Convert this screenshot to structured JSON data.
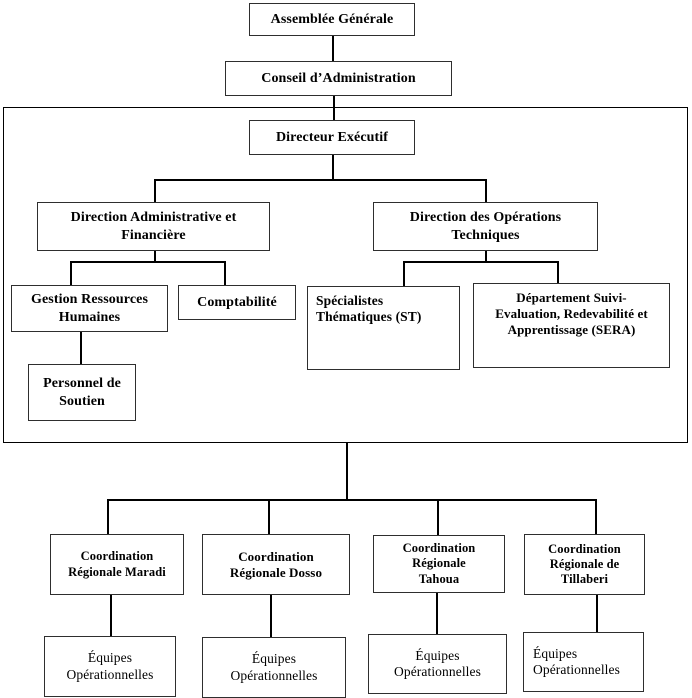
{
  "chart": {
    "assemblee": "Assemblée Générale",
    "conseil": "Conseil d’Administration",
    "directeur": "Directeur Exécutif",
    "daf": "Direction Administrative et\nFinancière",
    "dot": "Direction des Opérations\nTechniques",
    "grh": "Gestion Ressources\nHumaines",
    "comptabilite": "Comptabilité",
    "personnel": "Personnel de\nSoutien",
    "specialistes": "Spécialistes\nThématiques (ST)",
    "sera": "Département Suivi-\nEvaluation, Redevabilité et\nApprentissage (SERA)",
    "regions": [
      {
        "coordination": "Coordination\nRégionale Maradi",
        "equipe": "Équipes\nOpérationnelles"
      },
      {
        "coordination": "Coordination\nRégionale Dosso",
        "equipe": "Équipes\nOpérationnelles"
      },
      {
        "coordination": "Coordination\nRégionale\nTahoua",
        "equipe": "Équipes\nOpérationnelles"
      },
      {
        "coordination": "Coordination\nRégionale de\nTillaberi",
        "equipe": "Équipes\nOpérationnelles"
      }
    ]
  },
  "colors": {
    "background": "#ffffff",
    "text": "#000000",
    "box_border": "#2e2e2e",
    "line": "#000000"
  }
}
